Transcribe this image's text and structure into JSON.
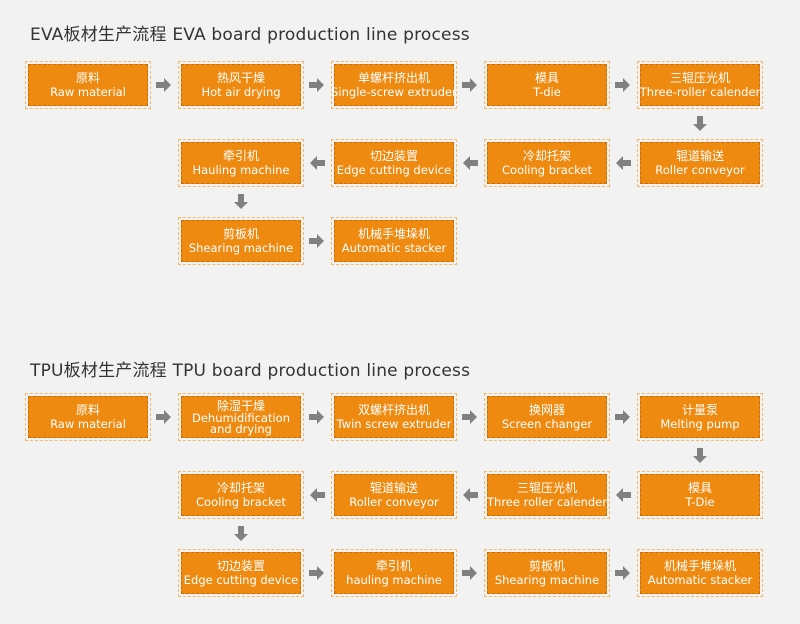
{
  "eva": {
    "title": "EVA板材生产流程 EVA board production line process",
    "steps": [
      {
        "zh": "原料",
        "en": "Raw material"
      },
      {
        "zh": "热风干燥",
        "en": "Hot air drying"
      },
      {
        "zh": "单螺杆挤出机",
        "en": "Single-screw extruder"
      },
      {
        "zh": "模具",
        "en": "T-die"
      },
      {
        "zh": "三辊压光机",
        "en": "Three-roller calender"
      },
      {
        "zh": "辊道输送",
        "en": "Roller conveyor"
      },
      {
        "zh": "冷却托架",
        "en": "Cooling bracket"
      },
      {
        "zh": "切边装置",
        "en": "Edge cutting device"
      },
      {
        "zh": "牵引机",
        "en": "Hauling machine"
      },
      {
        "zh": "剪板机",
        "en": "Shearing machine"
      },
      {
        "zh": "机械手堆垛机",
        "en": "Automatic stacker"
      }
    ]
  },
  "tpu": {
    "title": "TPU板材生产流程 TPU board production line process",
    "steps": [
      {
        "zh": "原料",
        "en": "Raw material"
      },
      {
        "zh": "除湿干燥",
        "en": "Dehumidification and drying"
      },
      {
        "zh": "双螺杆挤出机",
        "en": "Twin screw extruder"
      },
      {
        "zh": "换网器",
        "en": "Screen changer"
      },
      {
        "zh": "计量泵",
        "en": "Melting pump"
      },
      {
        "zh": "模具",
        "en": "T-Die"
      },
      {
        "zh": "三辊压光机",
        "en": "Three roller calender"
      },
      {
        "zh": "辊道输送",
        "en": "Roller conveyor"
      },
      {
        "zh": "冷却托架",
        "en": "Cooling bracket"
      },
      {
        "zh": "切边装置",
        "en": "Edge cutting device"
      },
      {
        "zh": "牵引机",
        "en": "hauling machine"
      },
      {
        "zh": "剪板机",
        "en": "Shearing machine"
      },
      {
        "zh": "机械手堆垛机",
        "en": "Automatic stacker"
      }
    ]
  },
  "colors": {
    "box": "#ef8a10",
    "arrow": "#808080",
    "background": "#f2f2f2"
  }
}
